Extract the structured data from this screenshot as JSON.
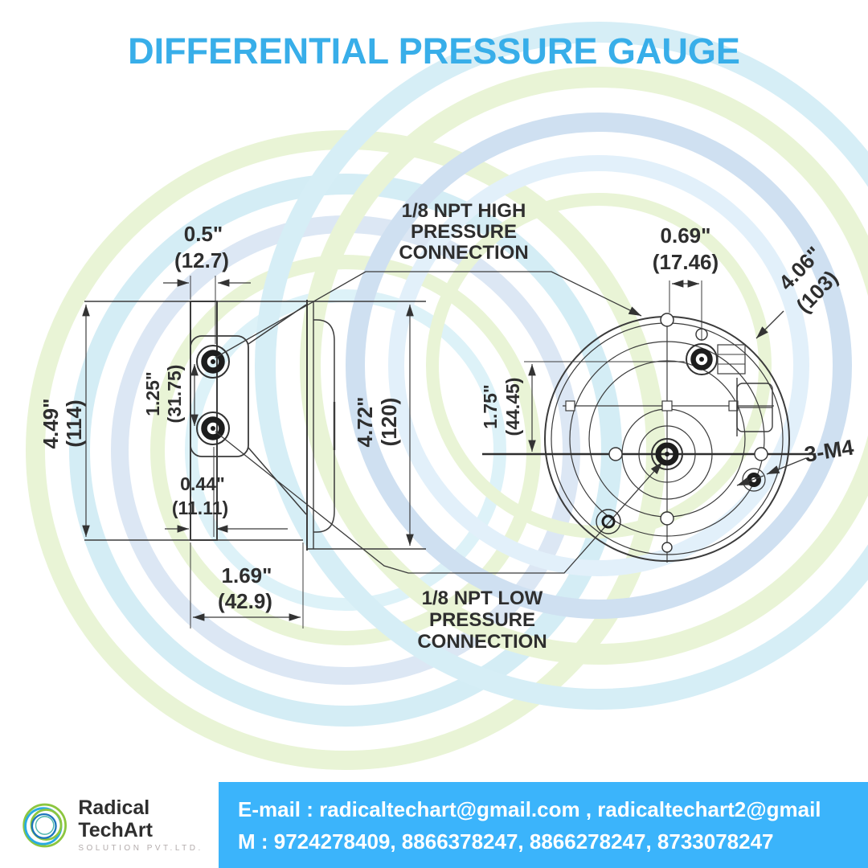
{
  "header": {
    "title": "DIFFERENTIAL PRESSURE GAUGE",
    "title_color": "#38AEE9"
  },
  "diagram": {
    "high_label": {
      "l1": "1/8 NPT HIGH",
      "l2": "PRESSURE",
      "l3": "CONNECTION"
    },
    "low_label": {
      "l1": "1/8 NPT LOW",
      "l2": "PRESSURE",
      "l3": "CONNECTION"
    },
    "thread_note": "3-M4",
    "dims": {
      "plate_offset": {
        "in": "0.5\"",
        "mm": "(12.7)"
      },
      "overall_height": {
        "in": "4.49\"",
        "mm": "(114)"
      },
      "port_spacing": {
        "in": "1.25\"",
        "mm": "(31.75)"
      },
      "port_offset": {
        "in": "0.44\"",
        "mm": "(11.11)"
      },
      "depth": {
        "in": "1.69\"",
        "mm": "(42.9)"
      },
      "body_height": {
        "in": "4.72\"",
        "mm": "(120)"
      },
      "hole_offset": {
        "in": "0.69\"",
        "mm": "(17.46)"
      },
      "center_offset": {
        "in": "1.75\"",
        "mm": "(44.45)"
      },
      "diameter": {
        "in": "4.06\"",
        "mm": "(103)"
      }
    }
  },
  "footer": {
    "brand_name": "Radical TechArt",
    "brand_subtitle": "SOLUTION PVT.LTD.",
    "email_line": "E-mail : radicaltechart@gmail.com , radicaltechart2@gmail",
    "phone_line": "M : 9724278409, 8866378247, 8866278247, 8733078247",
    "bar_color": "#3BB4FB"
  }
}
